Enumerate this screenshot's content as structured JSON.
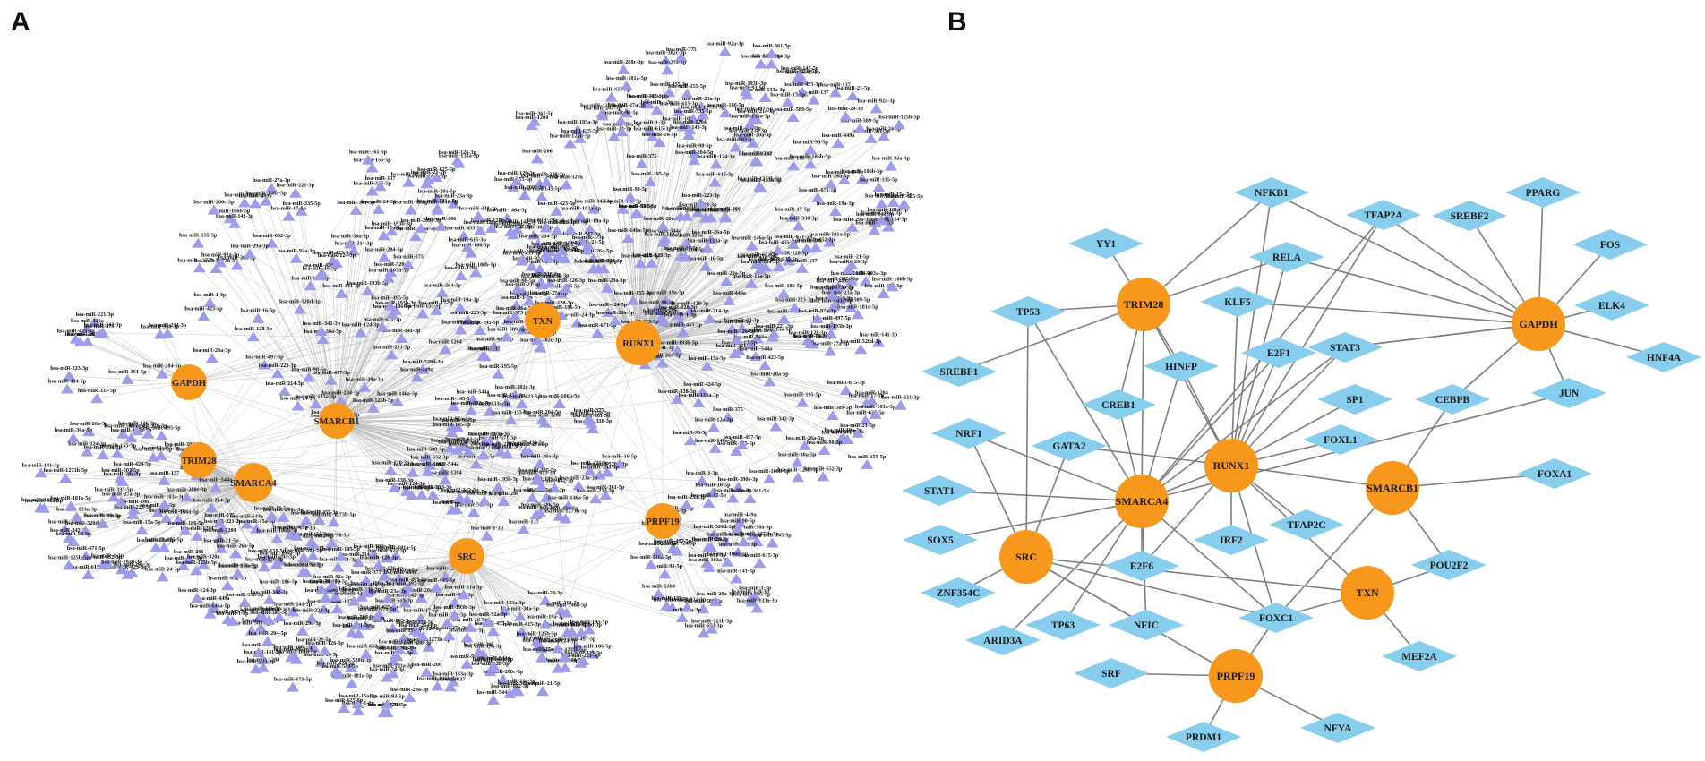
{
  "panels": {
    "a": {
      "label": "A",
      "hubs": [
        {
          "id": "RUNX1"
        },
        {
          "id": "TXN"
        },
        {
          "id": "GAPDH"
        },
        {
          "id": "SMARCB1"
        },
        {
          "id": "TRIM28"
        },
        {
          "id": "SMARCA4"
        },
        {
          "id": "SRC"
        },
        {
          "id": "PRPF19"
        }
      ],
      "mirna_label_prefix": "hsa-miR-",
      "mirna_labels": [
        "hsa-miR-1-3p",
        "hsa-miR-15a-5p",
        "hsa-miR-16-5p",
        "hsa-miR-17-5p",
        "hsa-miR-19a-3p",
        "hsa-miR-20a-5p",
        "hsa-miR-21-5p",
        "hsa-miR-23a-3p",
        "hsa-miR-24-3p",
        "hsa-miR-26a-5p",
        "hsa-miR-27a-3p",
        "hsa-miR-29a-3p",
        "hsa-miR-30a-5p",
        "hsa-miR-92a-3p",
        "hsa-miR-93-5p",
        "hsa-miR-98-5p",
        "hsa-miR-103a-3p",
        "hsa-miR-106b-5p",
        "hsa-miR-124-3p",
        "hsa-miR-125b-5p",
        "hsa-miR-126-3p",
        "hsa-miR-128-3p",
        "hsa-miR-133a-3p",
        "hsa-miR-137",
        "hsa-miR-141-3p",
        "hsa-miR-145-5p",
        "hsa-miR-146a-5p",
        "hsa-miR-155-5p",
        "hsa-miR-181a-5p",
        "hsa-miR-186-5p",
        "hsa-miR-193b-3p",
        "hsa-miR-195-5p",
        "hsa-miR-200c-3p",
        "hsa-miR-204-5p",
        "hsa-miR-206",
        "hsa-miR-214-3p",
        "hsa-miR-221-3p",
        "hsa-miR-223-3p",
        "hsa-miR-302c-3p",
        "hsa-miR-320a",
        "hsa-miR-335-5p",
        "hsa-miR-338-3p",
        "hsa-miR-342-3p",
        "hsa-miR-361-5p",
        "hsa-miR-375",
        "hsa-miR-423-5p",
        "hsa-miR-424-5p",
        "hsa-miR-449a",
        "hsa-miR-455-3p",
        "hsa-miR-497-5p",
        "hsa-miR-503-5p",
        "hsa-miR-520d-3p",
        "hsa-miR-544a",
        "hsa-miR-589-5p",
        "hsa-miR-615-3p",
        "hsa-miR-625-5p",
        "hsa-miR-652-3p",
        "hsa-miR-671-5p",
        "hsa-miR-1204",
        "hsa-miR-1273h-5p"
      ]
    },
    "b": {
      "label": "B",
      "hubs": [
        "RUNX1",
        "TXN",
        "GAPDH",
        "SMARCB1",
        "TRIM28",
        "SMARCA4",
        "SRC",
        "PRPF19"
      ],
      "tfs": [
        "NFKB1",
        "TFAP2A",
        "PPARG",
        "SREBF2",
        "YY1",
        "RELA",
        "FOS",
        "TP53",
        "KLF5",
        "ELK4",
        "E2F1",
        "STAT3",
        "HNF4A",
        "SREBF1",
        "HINFP",
        "CEBPB",
        "JUN",
        "CREB1",
        "SP1",
        "NRF1",
        "GATA2",
        "FOXL1",
        "FOXA1",
        "STAT1",
        "IRF2",
        "TFAP2C",
        "SOX5",
        "E2F6",
        "POU2F2",
        "ZNF354C",
        "FOXC1",
        "NFIC",
        "TP63",
        "ARID3A",
        "MEF2A",
        "SRF",
        "PRDM1",
        "NFYA"
      ],
      "edges": [
        [
          "NFKB1",
          "TRIM28"
        ],
        [
          "NFKB1",
          "RUNX1"
        ],
        [
          "NFKB1",
          "GAPDH"
        ],
        [
          "TFAP2A",
          "RUNX1"
        ],
        [
          "TFAP2A",
          "SMARCA4"
        ],
        [
          "TFAP2A",
          "GAPDH"
        ],
        [
          "PPARG",
          "GAPDH"
        ],
        [
          "SREBF2",
          "GAPDH"
        ],
        [
          "FOS",
          "GAPDH"
        ],
        [
          "ELK4",
          "GAPDH"
        ],
        [
          "HNF4A",
          "GAPDH"
        ],
        [
          "YY1",
          "TRIM28"
        ],
        [
          "RELA",
          "TRIM28"
        ],
        [
          "RELA",
          "RUNX1"
        ],
        [
          "RELA",
          "GAPDH"
        ],
        [
          "TP53",
          "TRIM28"
        ],
        [
          "TP53",
          "SMARCA4"
        ],
        [
          "TP53",
          "SRC"
        ],
        [
          "KLF5",
          "RUNX1"
        ],
        [
          "KLF5",
          "GAPDH"
        ],
        [
          "E2F1",
          "RUNX1"
        ],
        [
          "E2F1",
          "SMARCA4"
        ],
        [
          "STAT3",
          "RUNX1"
        ],
        [
          "STAT3",
          "SMARCA4"
        ],
        [
          "STAT3",
          "GAPDH"
        ],
        [
          "STAT3",
          "GAPDH"
        ],
        [
          "SREBF1",
          "TRIM28"
        ],
        [
          "HINFP",
          "TRIM28"
        ],
        [
          "HINFP",
          "RUNX1"
        ],
        [
          "HINFP",
          "SMARCA4"
        ],
        [
          "CEBPB",
          "GAPDH"
        ],
        [
          "CEBPB",
          "SMARCB1"
        ],
        [
          "JUN",
          "GAPDH"
        ],
        [
          "JUN",
          "SMARCA4"
        ],
        [
          "CREB1",
          "TRIM28"
        ],
        [
          "CREB1",
          "SMARCA4"
        ],
        [
          "SP1",
          "RUNX1"
        ],
        [
          "NRF1",
          "SMARCA4"
        ],
        [
          "NRF1",
          "SRC"
        ],
        [
          "GATA2",
          "SRC"
        ],
        [
          "GATA2",
          "RUNX1"
        ],
        [
          "FOXL1",
          "RUNX1"
        ],
        [
          "FOXA1",
          "SMARCB1"
        ],
        [
          "STAT1",
          "SMARCA4"
        ],
        [
          "IRF2",
          "RUNX1"
        ],
        [
          "TFAP2C",
          "RUNX1"
        ],
        [
          "SOX5",
          "SMARCA4"
        ],
        [
          "E2F6",
          "SMARCA4"
        ],
        [
          "E2F6",
          "RUNX1"
        ],
        [
          "POU2F2",
          "SMARCB1"
        ],
        [
          "POU2F2",
          "TXN"
        ],
        [
          "ZNF354C",
          "SRC"
        ],
        [
          "FOXC1",
          "SMARCA4"
        ],
        [
          "FOXC1",
          "RUNX1"
        ],
        [
          "FOXC1",
          "SRC"
        ],
        [
          "FOXC1",
          "TXN"
        ],
        [
          "FOXC1",
          "SMARCB1"
        ],
        [
          "FOXC1",
          "PRPF19"
        ],
        [
          "NFIC",
          "SRC"
        ],
        [
          "NFIC",
          "SMARCA4"
        ],
        [
          "TP63",
          "SMARCA4"
        ],
        [
          "ARID3A",
          "SMARCA4"
        ],
        [
          "MEF2A",
          "TXN"
        ],
        [
          "SRF",
          "PRPF19"
        ],
        [
          "PRDM1",
          "PRPF19"
        ],
        [
          "NFYA",
          "PRPF19"
        ],
        [
          "SRC",
          "TXN"
        ],
        [
          "SRC",
          "PRPF19"
        ],
        [
          "RUNX1",
          "TXN"
        ],
        [
          "RUNX1",
          "SMARCB1"
        ],
        [
          "RUNX1",
          "SMARCA4"
        ],
        [
          "TRIM28",
          "SMARCA4"
        ],
        [
          "TRIM28",
          "RUNX1"
        ]
      ]
    }
  },
  "colors": {
    "hub": "#f7981d",
    "mirna": "#9c9ce8",
    "tf": "#87ceee",
    "edge_a": "#b9b9b9",
    "edge_b": "#7f7f7f"
  }
}
